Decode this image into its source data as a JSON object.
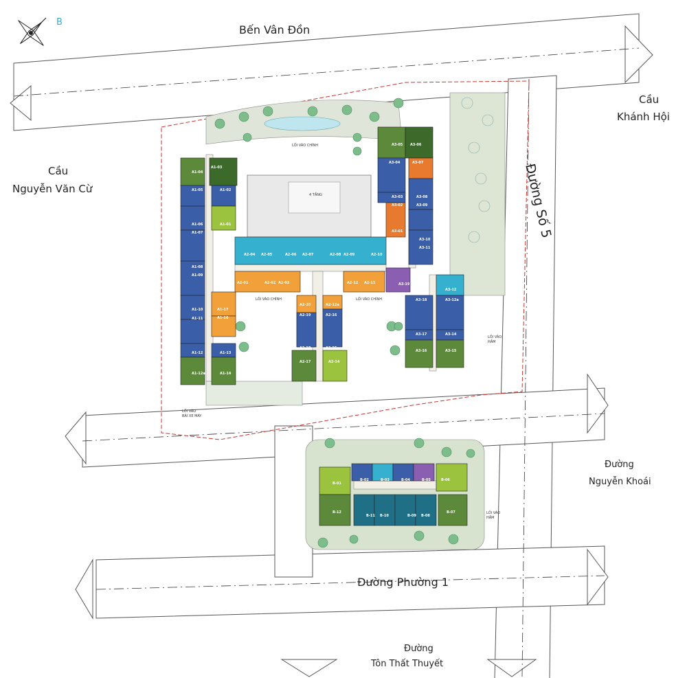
{
  "compass": {
    "label": "B"
  },
  "streets": {
    "ben_van_don": "Bến Vân Đồn",
    "cau_nvc_line1": "Cầu",
    "cau_nvc_line2": "Nguyễn Văn Cừ",
    "cau_kh_line1": "Cầu",
    "cau_kh_line2": "Khánh Hội",
    "duong_so_5": "Đường Số 5",
    "nk_line1": "Đường",
    "nk_line2": "Nguyễn Khoái",
    "phuong_1": "Đường Phường 1",
    "ttt_line1": "Đường",
    "ttt_line2": "Tôn Thất Thuyết"
  },
  "site_labels": {
    "main_lobby_north": "LỐI VÀO CHÍNH",
    "main_lobby_west": "LỐI VÀO CHÍNH",
    "main_lobby_east": "LỐI VÀO CHÍNH",
    "podium": "4 TẦNG",
    "hamlet_entry_1": "LỐI VÀO",
    "hamlet_entry_1b": "HẦM",
    "hamlet_entry_2": "LỐI VÀO",
    "hamlet_entry_2b": "HẦM",
    "bike_parking_1": "LỐI VÀO",
    "bike_parking_2": "BÃI XE MÁY"
  },
  "units": {
    "block_a1": [
      "A1-04",
      "A1-03",
      "A1-05",
      "A1-02",
      "A1-01",
      "A1-06",
      "A1-07",
      "A1-08",
      "A1-09",
      "A1-10",
      "A1-11",
      "A1-12",
      "A1-13",
      "A1-12a",
      "A1-14",
      "A1-16",
      "A1-17"
    ],
    "block_a2": [
      "A2-04",
      "A2-05",
      "A2-06",
      "A2-07",
      "A2-08",
      "A2-09",
      "A2-10",
      "A2-01",
      "A2-02",
      "A2-03",
      "A2-11",
      "A2-12",
      "A2-20",
      "A2-12a",
      "A2-19",
      "A2-16",
      "A2-18",
      "A2-15",
      "A2-17",
      "A2-14"
    ],
    "block_a3": [
      "A3-05",
      "A3-06",
      "A3-04",
      "A3-07",
      "A3-03",
      "A3-08",
      "A3-02",
      "A3-09",
      "A3-01",
      "A3-10",
      "A3-11",
      "A3-19",
      "A3-12",
      "A3-18",
      "A3-12a",
      "A3-17",
      "A3-14",
      "A3-16",
      "A3-15"
    ],
    "block_b": [
      "B-02",
      "B-03",
      "B-04",
      "B-05",
      "B-06",
      "B-01",
      "B-12",
      "B-11",
      "B-10",
      "B-09",
      "B-08",
      "B-07"
    ]
  },
  "colors": {
    "road_fill": "#ffffff",
    "road_line": "#555555",
    "green_area": "#d9e4d4",
    "blue_unit": "#3b5ea8",
    "cyan_unit": "#36b0cf",
    "orange_unit": "#f2a13a",
    "green_unit": "#5c8a3a",
    "lime_unit": "#9cc33d",
    "purple_unit": "#8a5fb2",
    "label_red": "#d6232a"
  }
}
